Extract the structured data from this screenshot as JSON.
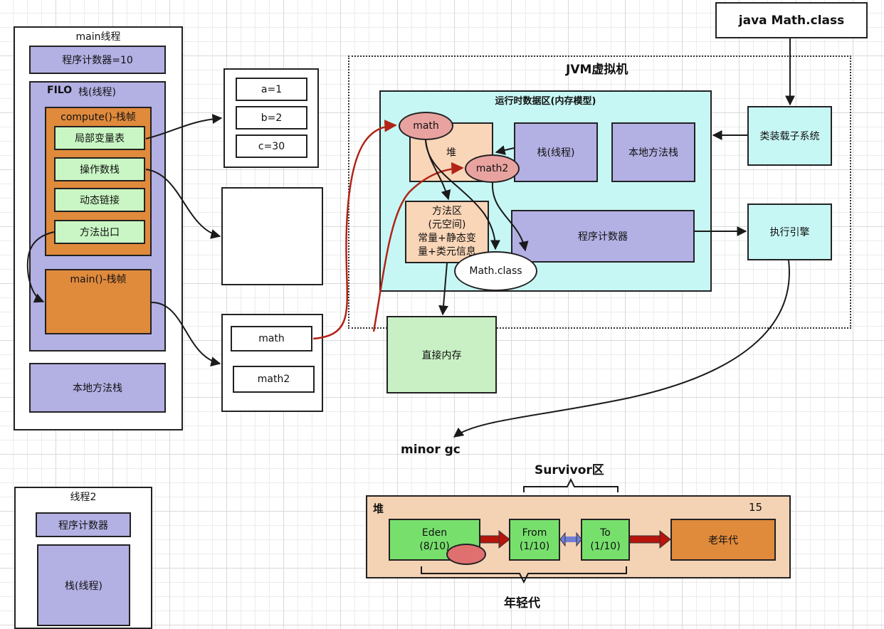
{
  "main_thread": {
    "title": "main线程",
    "pc": "程序计数器=10",
    "stack_label": "FILO",
    "stack_title": "栈(线程)",
    "compute_frame": "compute()-栈帧",
    "local_vars": "局部变量表",
    "operand_stack": "操作数栈",
    "dynamic_link": "动态链接",
    "method_exit": "方法出口",
    "main_frame": "main()-栈帧",
    "native_stack": "本地方法栈"
  },
  "local_values": [
    "a=1",
    "b=2",
    "c=30"
  ],
  "refs": [
    "math",
    "math2"
  ],
  "thread2": {
    "title": "线程2",
    "pc": "程序计数器",
    "stack": "栈(线程)"
  },
  "java_cmd": "java Math.class",
  "jvm": {
    "title": "JVM虚拟机",
    "runtime_area": "运行时数据区(内存模型)",
    "heap": "堆",
    "math": "math",
    "math2": "math2",
    "stack": "栈(线程)",
    "native_stack": "本地方法栈",
    "method_area_lines": [
      "方法区",
      "(元空间)",
      "常量+静态变",
      "量+类元信息"
    ],
    "math_class": "Math.class",
    "pc": "程序计数器",
    "class_loader": "类装载子系统",
    "exec_engine": "执行引擎",
    "direct_memory": "直接内存"
  },
  "gc": {
    "minor_gc": "minor gc",
    "survivor": "Survivor区",
    "heap": "堆",
    "age": "15",
    "eden": "Eden",
    "eden_ratio": "(8/10)",
    "from": "From",
    "from_ratio": "(1/10)",
    "to": "To",
    "to_ratio": "(1/10)",
    "old_gen": "老年代",
    "young_gen": "年轻代"
  },
  "colors": {
    "thread_purple": "#b3b0e4",
    "frame_orange": "#e08a3c",
    "slot_green": "#c9f6c4",
    "runtime_cyan": "#c6f7f4",
    "heap_peach": "#fad6b8",
    "ellipse_pink": "#e8a3a0",
    "ref_arrow_red": "#b22418",
    "gc_arrow_red": "#b8140c",
    "swap_arrow_blue": "#6f7fd6"
  }
}
